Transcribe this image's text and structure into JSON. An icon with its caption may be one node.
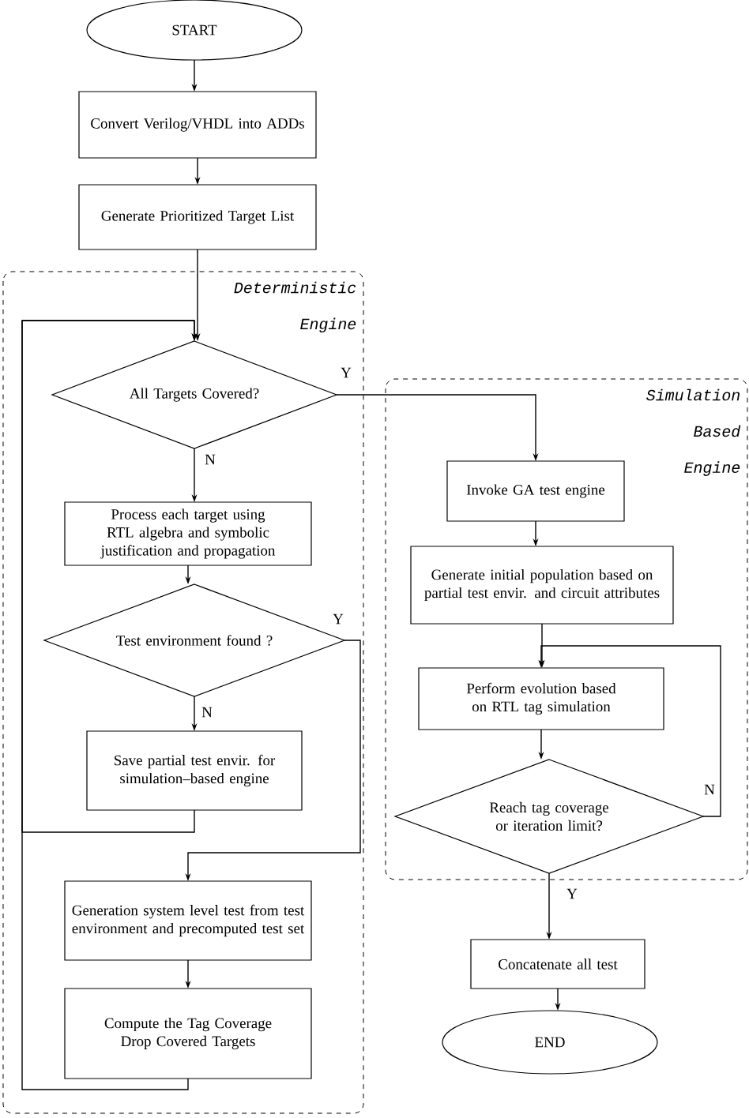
{
  "diagram": {
    "nodes": [
      {
        "text": [
          "START"
        ]
      },
      {
        "text": [
          "Convert Verilog/VHDL into ADDs"
        ]
      },
      {
        "text": [
          "Generate Prioritized Target List"
        ]
      },
      {
        "text": [
          "Deterministic Engine"
        ]
      },
      {
        "text": [
          "All Targets Covered?"
        ],
        "in": 3
      },
      {
        "text": [
          "Process each target using RTL algebra and symbolic justification and propagation"
        ],
        "in": 3
      },
      {
        "text": [
          "Test environment found ?"
        ],
        "in": 3
      },
      {
        "text": [
          "Save partial test envir. for simulation–based engine"
        ],
        "in": 3
      },
      {
        "text": [
          "Generation system level test from test environment and precomputed test set"
        ],
        "in": 3
      },
      {
        "text": [
          "Compute the Tag Coverage Drop Covered Targets"
        ],
        "in": 3
      },
      {
        "text": [
          "Simulation Based Engine"
        ]
      },
      {
        "text": [
          "Invoke GA test engine"
        ],
        "in": 10
      },
      {
        "text": [
          "Generate initial population based on partial test envir. and circuit attributes"
        ],
        "in": 10
      },
      {
        "text": [
          "Perform evolution based on RTL tag simulation"
        ],
        "in": 10
      },
      {
        "text": [
          "Reach tag coverage or iteration limit?"
        ],
        "in": 10
      },
      {
        "text": [
          "Concatenate all test"
        ]
      },
      {
        "text": [
          "END"
        ]
      }
    ],
    "edges": [
      {
        "from": 0,
        "to": 1,
        "arrow": "to"
      },
      {
        "from": 1,
        "to": 2,
        "arrow": "to"
      },
      {
        "from": 2,
        "to": 4,
        "arrow": "to"
      },
      {
        "from": 4,
        "to": 11,
        "arrow": "to",
        "label": "Y"
      },
      {
        "from": 4,
        "to": 5,
        "arrow": "to",
        "label": "N"
      },
      {
        "from": 5,
        "to": 6,
        "arrow": "to"
      },
      {
        "from": 6,
        "to": 7,
        "arrow": "to",
        "label": "N"
      },
      {
        "from": 6,
        "to": 8,
        "arrow": "to",
        "label": "Y"
      },
      {
        "from": 7,
        "to": 4,
        "arrow": "to"
      },
      {
        "from": 8,
        "to": 9,
        "arrow": "to"
      },
      {
        "from": 9,
        "to": 4,
        "arrow": "to"
      },
      {
        "from": 11,
        "to": 12,
        "arrow": "to"
      },
      {
        "from": 12,
        "to": 13,
        "arrow": "to"
      },
      {
        "from": 13,
        "to": 14,
        "arrow": "to"
      },
      {
        "from": 14,
        "to": 13,
        "arrow": "to",
        "label": "N"
      },
      {
        "from": 14,
        "to": 15,
        "arrow": "to",
        "label": "Y"
      },
      {
        "from": 15,
        "to": 16,
        "arrow": "to"
      }
    ]
  }
}
